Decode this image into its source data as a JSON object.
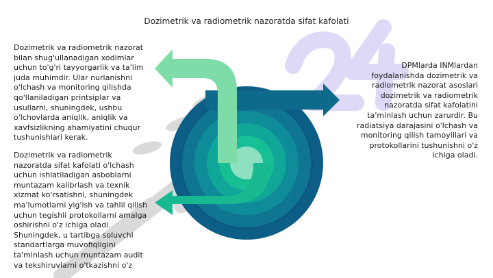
{
  "slide": {
    "title": "Dozimetrik va radiometrik nazoratda sifat kafolati",
    "left_top_text": "Dozimetrik va radiometrik nazorat bilan shug'ullanadigan xodimlar uchun to'g'ri tayyorgarlik va ta'lim juda muhimdir. Ular nurlanishni o'lchash va monitoring qilishda qo'llaniladigan printsiplar va usullarni, shuningdek, ushbu o'lchovlarda aniqlik, aniqlik va xavfsizlikning ahamiyatini chuqur tushunishlari kerak.",
    "left_bottom_text": "Dozimetrik va radiometrik nazoratda sifat kafolati o'lchash uchun ishlatiladigan asboblarni muntazam kalibrlash va texnik xizmat ko'rsatishni, shuningdek ma'lumotlarni yig'ish va tahlil qilish uchun tegishli protokollarni amalga oshirishni o'z ichiga oladi. Shuningdek, u tartibga soluvchi standartlarga muvofiqligini ta'minlash uchun muntazam audit va tekshiruvlarni o'tkazishni o'z",
    "right_text": "DPMlarda INMlardan foydalanishda dozimetrik va radiometrik nazorat asoslari dozimetrik va radiometrik nazoratda sifat kafolatini ta'minlash uchun zarurdir. Bu radiatsiya darajasini o'lchash va monitoring qilish tamoyillari va protokollarini tushunishni o'z ichiga oladi."
  },
  "colors": {
    "ring_outer": "#0d5e86",
    "ring_2": "#0f7591",
    "ring_3": "#0e8c9a",
    "ring_4": "#10a698",
    "ring_inner": "#16c094",
    "arrow_top": "#7ddca8",
    "arrow_right": "#0d6a8a",
    "arrow_bottom": "#18b890",
    "watermark_light": "#dcd4f6",
    "watermark_gray": "#c9c9c9"
  }
}
